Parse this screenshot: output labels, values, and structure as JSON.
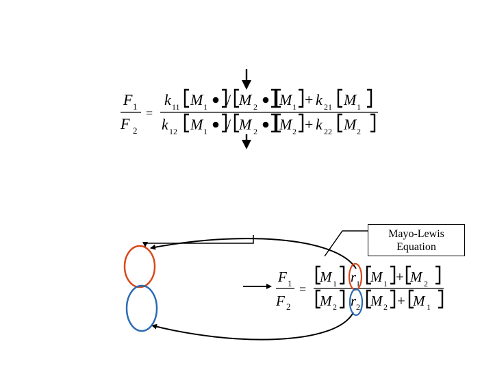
{
  "equation_top": {
    "lhs_num": "F",
    "lhs_num_sub": "1",
    "lhs_den": "F",
    "lhs_den_sub": "2",
    "equals": "=",
    "num": {
      "k": "k",
      "k_sub": "11",
      "m1": "M",
      "m1_sub": "1",
      "slash": "/",
      "m2": "M",
      "m2_sub": "2",
      "m3": "M",
      "m3_sub": "1",
      "plus": "+",
      "k2": "k",
      "k2_sub": "21",
      "m4": "M",
      "m4_sub": "1"
    },
    "den": {
      "k": "k",
      "k_sub": "12",
      "m1": "M",
      "m1_sub": "1",
      "slash": "/",
      "m2": "M",
      "m2_sub": "2",
      "m3": "M",
      "m3_sub": "2",
      "plus": "+",
      "k2": "k",
      "k2_sub": "22",
      "m4": "M",
      "m4_sub": "2"
    }
  },
  "equation_bottom": {
    "lhs_num": "F",
    "lhs_num_sub": "1",
    "lhs_den": "F",
    "lhs_den_sub": "2",
    "equals": "=",
    "num": {
      "m1": "M",
      "m1_sub": "1",
      "r": "r",
      "r_sub": "1",
      "m2": "M",
      "m2_sub": "1",
      "plus": "+",
      "m3": "M",
      "m3_sub": "2"
    },
    "den": {
      "m1": "M",
      "m1_sub": "2",
      "r": "r",
      "r_sub": "2",
      "m2": "M",
      "m2_sub": "2",
      "plus": "+",
      "m3": "M",
      "m3_sub": "1"
    }
  },
  "callout": {
    "line1": "Mayo-Lewis",
    "line2": "Equation"
  },
  "colors": {
    "red": "#d9481c",
    "blue": "#2a6bb5",
    "black": "#000000"
  }
}
